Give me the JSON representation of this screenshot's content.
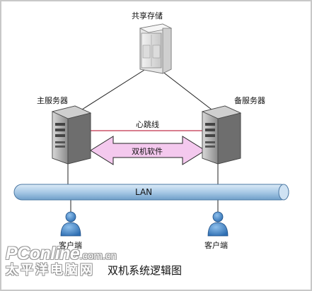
{
  "nodes": {
    "storage_label": "共享存储",
    "primary_server_label": "主服务器",
    "backup_server_label": "备服务器",
    "heartbeat_label": "心跳线",
    "software_label": "双机软件",
    "lan_label": "LAN",
    "client_left_label": "客户端",
    "client_right_label": "客户端"
  },
  "caption": "双机系统逻辑图",
  "watermark": {
    "brand": "PConline",
    "domain": ".com.cn",
    "chinese": "太平洋电脑网"
  },
  "colors": {
    "heartbeat_line": "#c0304a",
    "arrow_fill": "#f4c9ee",
    "lan_bus": "#a9c9e6",
    "client_figure": "#2f6fb3"
  },
  "icons": {
    "storage": "storage-tower-icon",
    "server": "server-tower-icon",
    "client": "user-icon"
  }
}
